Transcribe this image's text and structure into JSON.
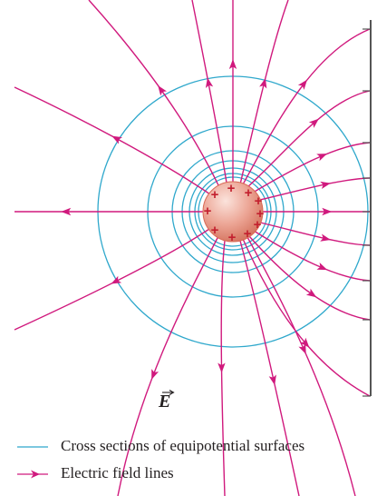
{
  "diagram": {
    "field_vector_label": "E",
    "charge_signs": [
      "+",
      "+",
      "+",
      "+",
      "+",
      "+",
      "+",
      "+",
      "+",
      "+"
    ],
    "colors": {
      "field_line": "#d0197d",
      "equipotential": "#2fa8cc",
      "sphere_fill": "#e9a090",
      "sphere_edge": "#d96a55",
      "charge_sign": "#c3202f",
      "plate": "#555555"
    }
  },
  "legend": {
    "items": [
      {
        "label": "Cross sections of equipotential surfaces",
        "kind": "line",
        "color": "#2fa8cc"
      },
      {
        "label": "Electric field lines",
        "kind": "arrow",
        "color": "#d0197d"
      }
    ]
  }
}
